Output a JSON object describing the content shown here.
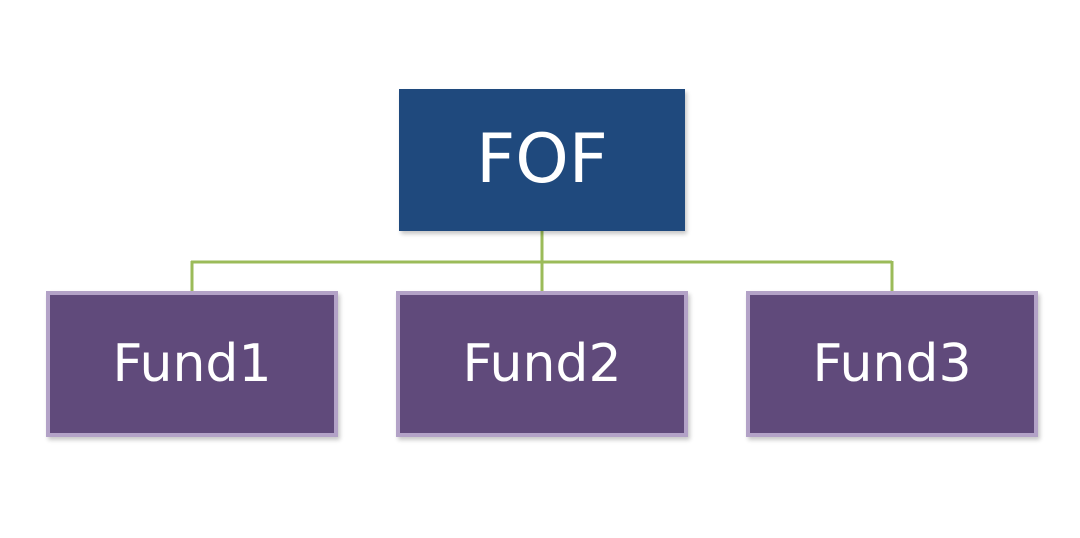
{
  "colors": {
    "root_fill": "#1f497d",
    "child_fill": "#604a7b",
    "child_border": "#b3a2c7",
    "connector": "#9bbb59",
    "text": "#ffffff"
  },
  "root": {
    "label": "FOF"
  },
  "children": [
    {
      "label": "Fund1"
    },
    {
      "label": "Fund2"
    },
    {
      "label": "Fund3"
    }
  ]
}
